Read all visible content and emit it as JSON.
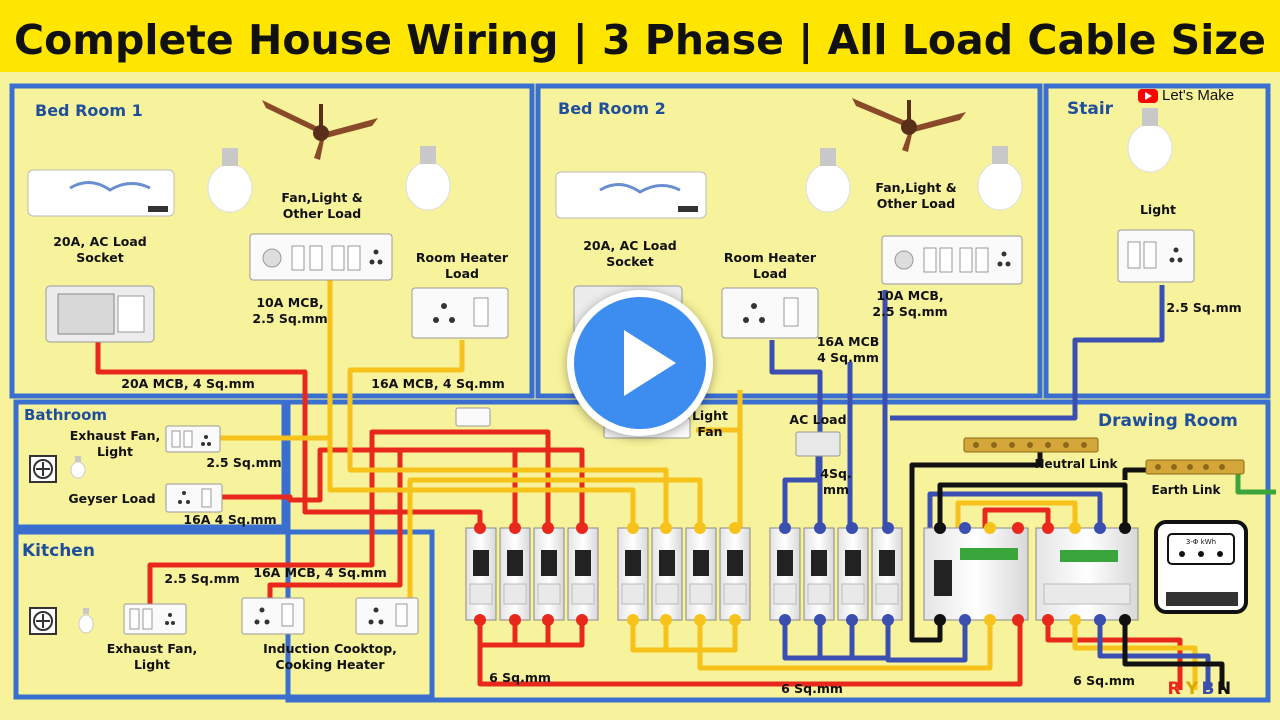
{
  "title": "Complete House Wiring | 3 Phase | All Load Cable Size",
  "brand": "Let's Make",
  "rooms": {
    "bedroom1": "Bed Room 1",
    "bedroom2": "Bed Room 2",
    "stair": "Stair",
    "bathroom": "Bathroom",
    "kitchen": "Kitchen",
    "drawing": "Drawing Room"
  },
  "labels": {
    "br1_ac1": "20A, AC Load",
    "br1_ac2": "Socket",
    "br1_fan1": "Fan,Light &",
    "br1_fan2": "Other Load",
    "br1_heater1": "Room Heater",
    "br1_heater2": "Load",
    "br1_mcb1": "10A MCB,",
    "br1_mcb2": "2.5 Sq.mm",
    "br1_ac_cable": "20A MCB, 4 Sq.mm",
    "br1_heater_cable": "16A MCB, 4 Sq.mm",
    "br2_ac1": "20A, AC Load",
    "br2_ac2": "Socket",
    "br2_heater1": "Room Heater",
    "br2_heater2": "Load",
    "br2_fan1": "Fan,Light &",
    "br2_fan2": "Other Load",
    "br2_mcb1": "10A MCB,",
    "br2_mcb2": "2.5 Sq.mm",
    "br2_16a1": "16A MCB",
    "br2_16a2": "4 Sq.mm",
    "stair_light": "Light",
    "stair_cable": "2.5 Sq.mm",
    "bath_fan1": "Exhaust Fan,",
    "bath_fan2": "Light",
    "bath_cable": "2.5 Sq.mm",
    "bath_geyser": "Geyser Load",
    "bath_geyser_cable": "16A 4 Sq.mm",
    "kit_cable1": "2.5 Sq.mm",
    "kit_cable2": "16A MCB, 4 Sq.mm",
    "kit_fan1": "Exhaust Fan,",
    "kit_fan2": "Light",
    "kit_cook1": "Induction Cooktop,",
    "kit_cook2": "Cooking Heater",
    "dr_light1": "Light",
    "dr_light2": "Fan",
    "dr_ac": "AC Load",
    "dr_ac_cable1": "4Sq.",
    "dr_ac_cable2": "mm",
    "neutral_link": "Neutral Link",
    "earth_link": "Earth Link",
    "cable6_a": "6 Sq.mm",
    "cable6_b": "6 Sq.mm",
    "cable6_c": "6 Sq.mm",
    "phase_r": "R",
    "phase_y": "Y",
    "phase_b": "B",
    "phase_n": "N",
    "meter_label": "3-Φ kWh"
  },
  "colors": {
    "background": "#f7f39c",
    "title_bg": "#ffe600",
    "room_border": "#3a6fd0",
    "room_label": "#1f4f9c",
    "red_wire": "#e8281c",
    "yellow_wire": "#f7c21a",
    "blue_wire": "#3b4fb0",
    "black_wire": "#111111",
    "green_wire": "#3aa53a"
  }
}
